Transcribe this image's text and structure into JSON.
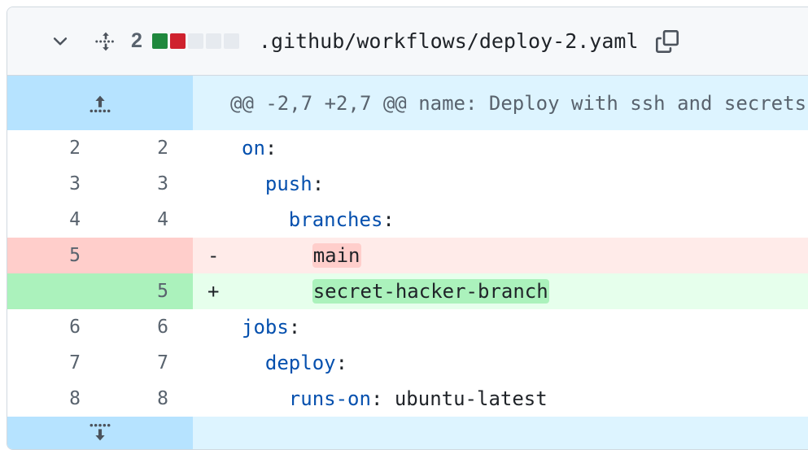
{
  "file": {
    "collapse_icon": "chevron-down-icon",
    "move_icon": "move-drag-icon",
    "diffstat": {
      "count": "2",
      "blocks": [
        "added",
        "deleted",
        "neutral",
        "neutral",
        "neutral"
      ],
      "added_color": "#1f883d",
      "deleted_color": "#cf222e",
      "neutral_color": "#e6eaef"
    },
    "path": ".github/workflows/deploy-2.yaml",
    "copy_icon": "copy-icon"
  },
  "hunk": {
    "expand_up_icon": "expand-up-icon",
    "expand_down_icon": "expand-down-icon",
    "header": "@@ -2,7 +2,7 @@ name: Deploy with ssh and secrets"
  },
  "rows": [
    {
      "type": "context",
      "old": "2",
      "new": "2",
      "marker": "",
      "key": "on",
      "colon": ":",
      "value": "",
      "indent": ""
    },
    {
      "type": "context",
      "old": "3",
      "new": "3",
      "marker": "",
      "key": "push",
      "colon": ":",
      "value": "",
      "indent": "  "
    },
    {
      "type": "context",
      "old": "4",
      "new": "4",
      "marker": "",
      "key": "branches",
      "colon": ":",
      "value": "",
      "indent": "    "
    },
    {
      "type": "deletion",
      "old": "5",
      "new": "",
      "marker": "-",
      "indent": "      ",
      "word": "main"
    },
    {
      "type": "addition",
      "old": "",
      "new": "5",
      "marker": "+",
      "indent": "      ",
      "word": "secret-hacker-branch"
    },
    {
      "type": "context",
      "old": "6",
      "new": "6",
      "marker": "",
      "key": "jobs",
      "colon": ":",
      "value": "",
      "indent": ""
    },
    {
      "type": "context",
      "old": "7",
      "new": "7",
      "marker": "",
      "key": "deploy",
      "colon": ":",
      "value": "",
      "indent": "  "
    },
    {
      "type": "context",
      "old": "8",
      "new": "8",
      "marker": "",
      "key": "runs-on",
      "colon": ":",
      "value": " ubuntu-latest",
      "indent": "    "
    }
  ]
}
